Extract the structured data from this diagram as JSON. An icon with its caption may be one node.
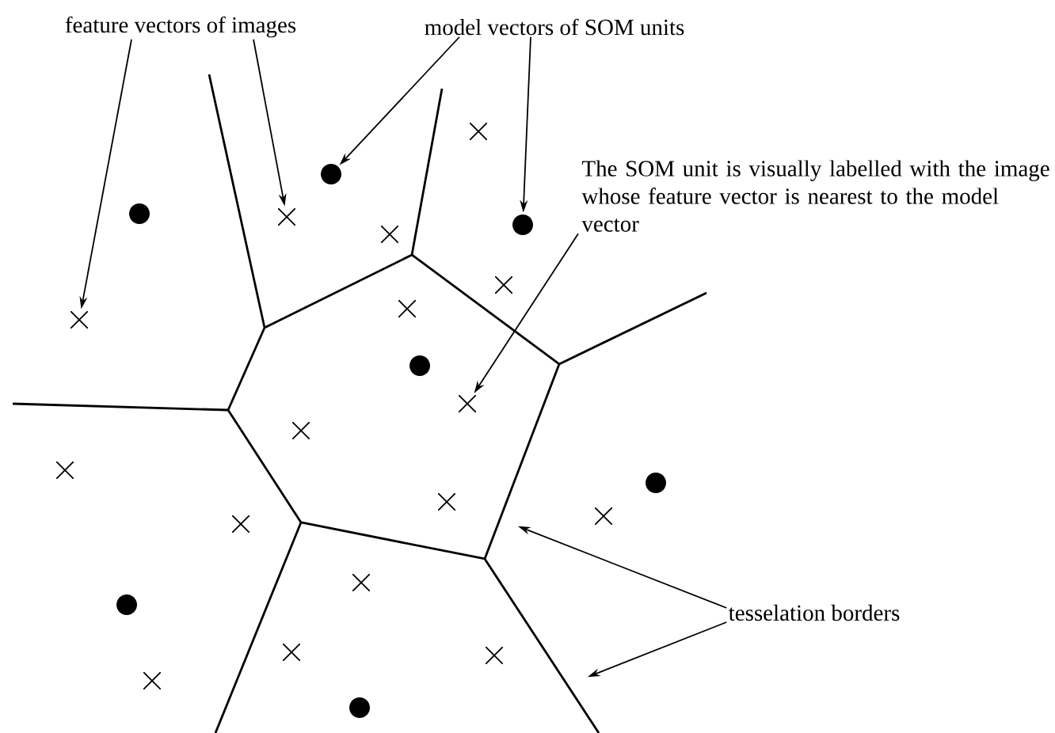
{
  "diagram": {
    "nodes": [
      {
        "text": [
          "feature vectors of images"
        ]
      },
      {
        "text": [
          "model vectors of SOM units"
        ]
      },
      {
        "text": [
          "The SOM unit is visually labelled with the image whose feature vector is nearest to the model vector"
        ]
      },
      {
        "text": [
          "tesselation borders"
        ]
      },
      {
        "text": [],
        "shape": "cross"
      },
      {
        "text": [],
        "shape": "circle"
      },
      {
        "text": [],
        "shape": "circle"
      },
      {
        "text": [],
        "shape": "cross"
      },
      {
        "text": [],
        "shape": "circle"
      },
      {
        "text": [],
        "shape": "cross"
      },
      {
        "text": [],
        "shape": "cross"
      },
      {
        "text": [],
        "shape": "cross"
      },
      {
        "text": [],
        "shape": "cross"
      },
      {
        "text": [],
        "shape": "circle"
      },
      {
        "text": [],
        "shape": "cross"
      },
      {
        "text": [],
        "shape": "cross"
      },
      {
        "text": [],
        "shape": "cross"
      },
      {
        "text": [],
        "shape": "circle"
      },
      {
        "text": [],
        "shape": "cross"
      },
      {
        "text": [],
        "shape": "cross"
      },
      {
        "text": [],
        "shape": "cross"
      },
      {
        "text": [],
        "shape": "cross"
      },
      {
        "text": [],
        "shape": "circle"
      },
      {
        "text": [],
        "shape": "cross"
      },
      {
        "text": [],
        "shape": "cross"
      },
      {
        "text": [],
        "shape": "cross"
      },
      {
        "text": [],
        "shape": "circle"
      }
    ],
    "edges": [
      {
        "from": 0,
        "to": 12,
        "arrow": "to"
      },
      {
        "from": 0,
        "to": 7,
        "arrow": "to"
      },
      {
        "from": 1,
        "to": 5,
        "arrow": "to"
      },
      {
        "from": 1,
        "to": 8,
        "arrow": "to"
      },
      {
        "from": 2,
        "to": 14,
        "arrow": "to"
      },
      {
        "from": 3,
        "to": null,
        "arrow": "to"
      },
      {
        "from": 3,
        "to": null,
        "arrow": "to"
      }
    ]
  }
}
